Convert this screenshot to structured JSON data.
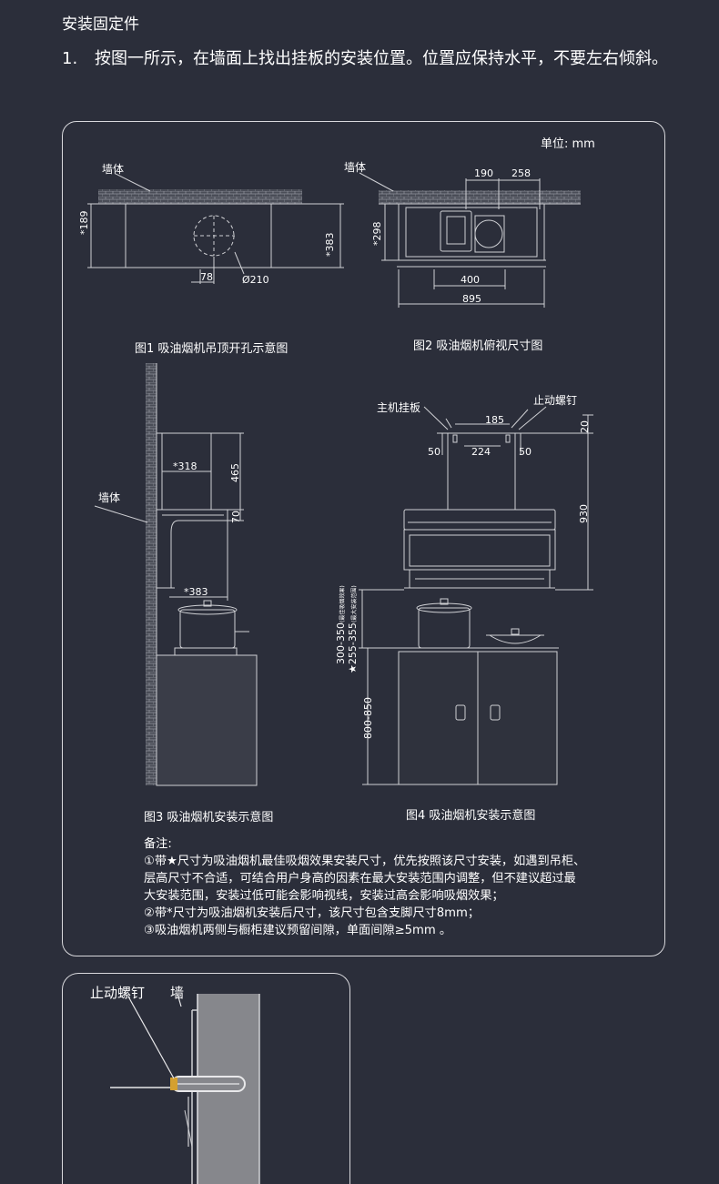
{
  "section_title": "安装固定件",
  "step": {
    "number": "1.",
    "text": "按图一所示，在墙面上找出挂板的安装位置。位置应保持水平，不要左右倾斜。"
  },
  "unit_label": "单位: mm",
  "fig1": {
    "wall": "墙体",
    "dim_189": "*189",
    "dim_383": "*383",
    "dim_78": "78",
    "dim_210": "Ø210",
    "caption": "图1 吸油烟机吊顶开孔示意图"
  },
  "fig2": {
    "wall": "墙体",
    "dim_190": "190",
    "dim_258": "258",
    "dim_298": "*298",
    "dim_400": "400",
    "dim_895": "895",
    "caption": "图2 吸油烟机俯视尺寸图"
  },
  "fig3": {
    "wall": "墙体",
    "dim_318": "*318",
    "dim_465": "465",
    "dim_70": "70",
    "dim_383": "*383",
    "caption": "图3 吸油烟机安装示意图"
  },
  "fig4": {
    "bracket": "主机挂板",
    "screw": "止动螺钉",
    "dim_185": "185",
    "dim_20": "20",
    "dim_50_left": "50",
    "dim_224": "224",
    "dim_50_right": "50",
    "dim_930": "930",
    "dim_300_350": "300-350",
    "dim_300_350_note": "(最佳吸烟效果)",
    "dim_255_355": "★255-355",
    "dim_255_355_note": "(最大安装范围)",
    "dim_800_850": "800-850",
    "caption": "图4 吸油烟机安装示意图"
  },
  "notes": {
    "title": "备注:",
    "line1": "①带★尺寸为吸油烟机最佳吸烟效果安装尺寸，优先按照该尺寸安装，如遇到吊柜、",
    "line2": "层高尺寸不合适，可结合用户身高的因素在最大安装范围内调整，但不建议超过最",
    "line3": "大安装范围，安装过低可能会影响视线，安装过高会影响吸烟效果；",
    "line4": "②带*尺寸为吸油烟机安装后尺寸，该尺寸包含支脚尺寸8mm；",
    "line5": "③吸油烟机两侧与橱柜建议预留间隙，单面间隙≥5mm 。"
  },
  "detail": {
    "screw": "止动螺钉",
    "wall": "墙"
  }
}
